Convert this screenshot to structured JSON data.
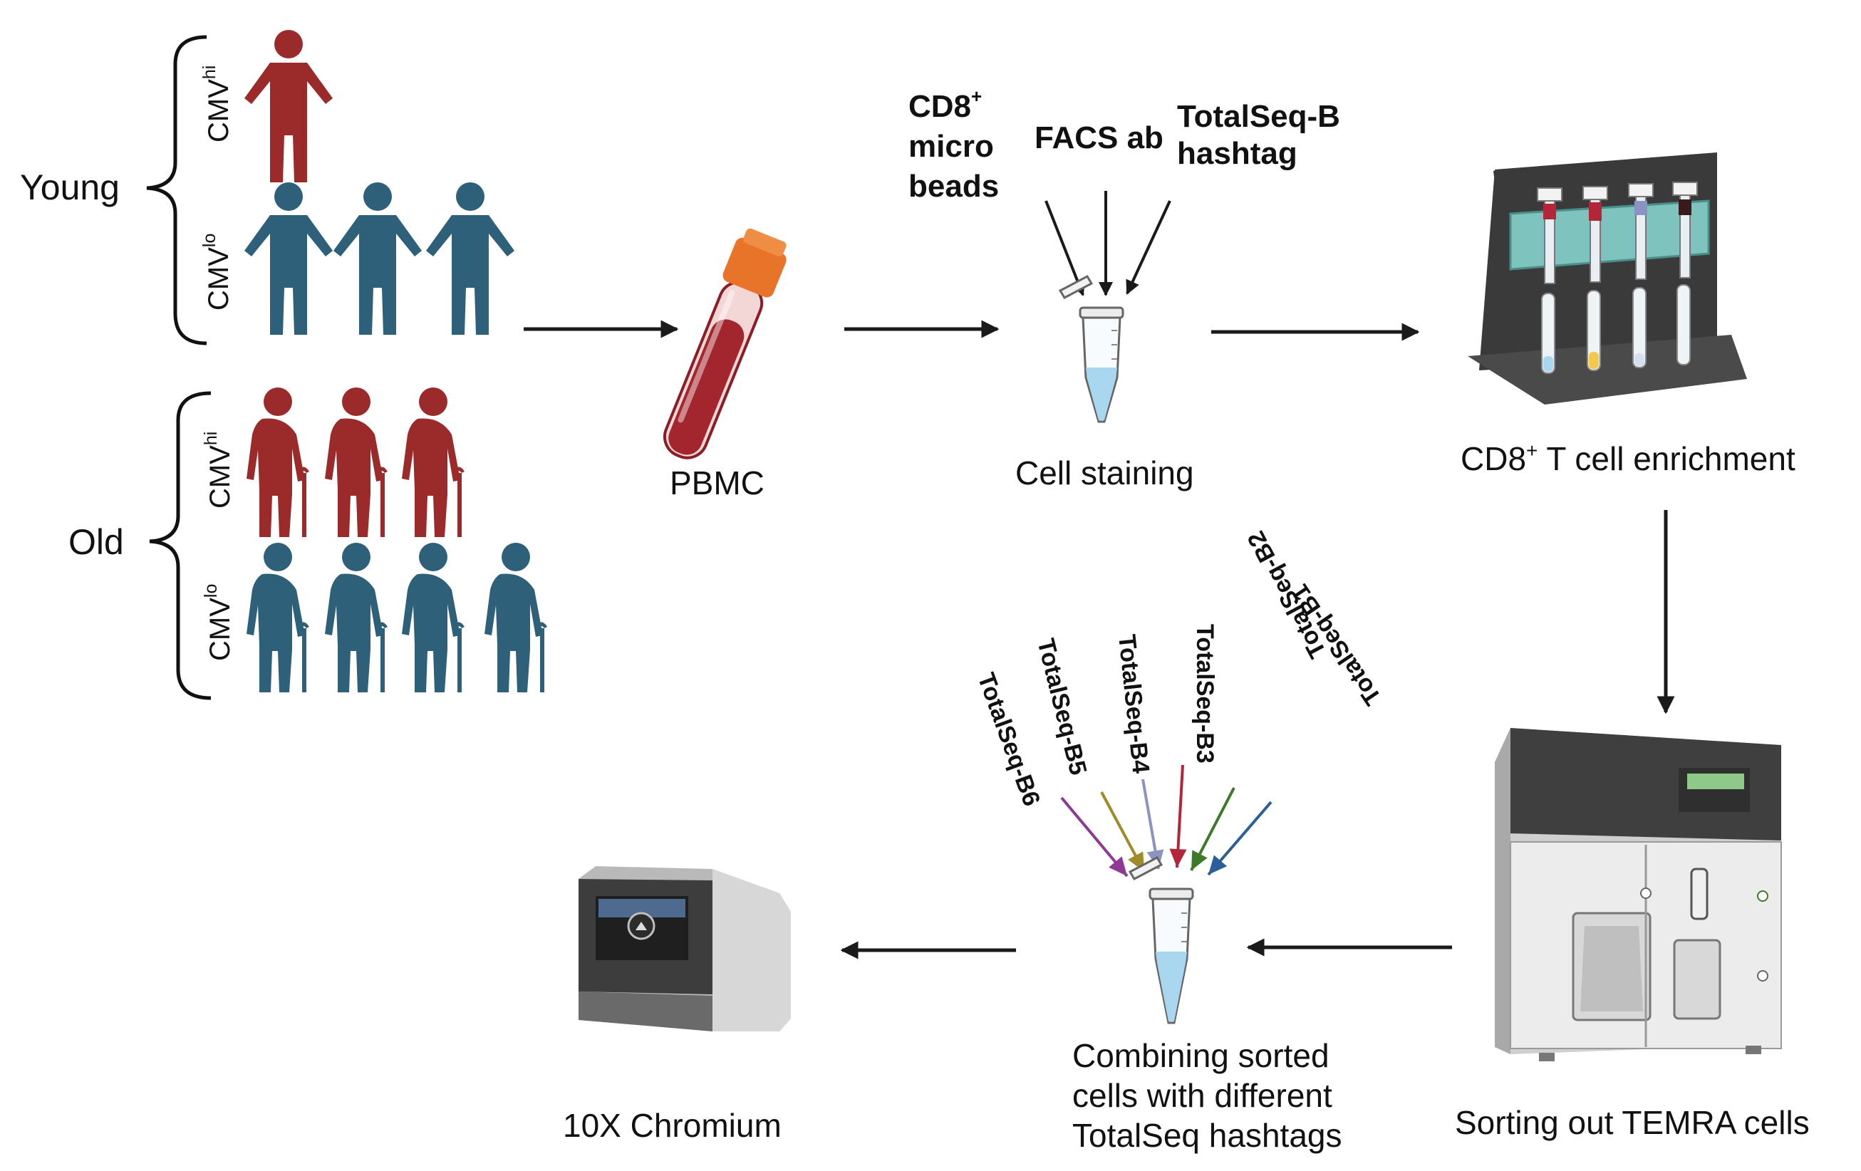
{
  "groups": {
    "young": "Young",
    "old": "Old",
    "cmv": "CMV",
    "hi": "hi",
    "lo": "lo"
  },
  "steps": {
    "pbmc": "PBMC",
    "cell_staining": "Cell staining",
    "enrichment_prefix": "CD8",
    "enrichment_sup": "+",
    "enrichment_suffix": " T cell enrichment",
    "sorting": "Sorting out TEMRA cells",
    "chromium": "10X Chromium",
    "combining": [
      "Combining sorted",
      "cells with different",
      "TotalSeq hashtags"
    ]
  },
  "reagents": {
    "cd8_line1": "CD8",
    "cd8_sup": "+",
    "cd8_line2": "micro",
    "cd8_line3": "beads",
    "facs": "FACS ab",
    "totalseq_line1": "TotalSeq-B",
    "totalseq_line2": "hashtag"
  },
  "hashtags": [
    {
      "label": "TotalSeq-B6",
      "color": "#8e3a94"
    },
    {
      "label": "TotalSeq-B5",
      "color": "#a08a2a"
    },
    {
      "label": "TotalSeq-B4",
      "color": "#8a93c2"
    },
    {
      "label": "TotalSeq-B3",
      "color": "#b3263a"
    },
    {
      "label": "TotalSeq-B2",
      "color": "#3d7a2a"
    },
    {
      "label": "TotalSeq-B1",
      "color": "#2b5f97"
    }
  ],
  "colors": {
    "cmv_hi": "#9b2a2a",
    "cmv_lo": "#2f607a",
    "arrow": "#1a1a1a",
    "blood": "#a3262e",
    "cap": "#e8742a",
    "tube_liquid": "#a9d7ef",
    "rack_teal": "#7ec3bd",
    "rack_dark": "#3a3a3a"
  }
}
